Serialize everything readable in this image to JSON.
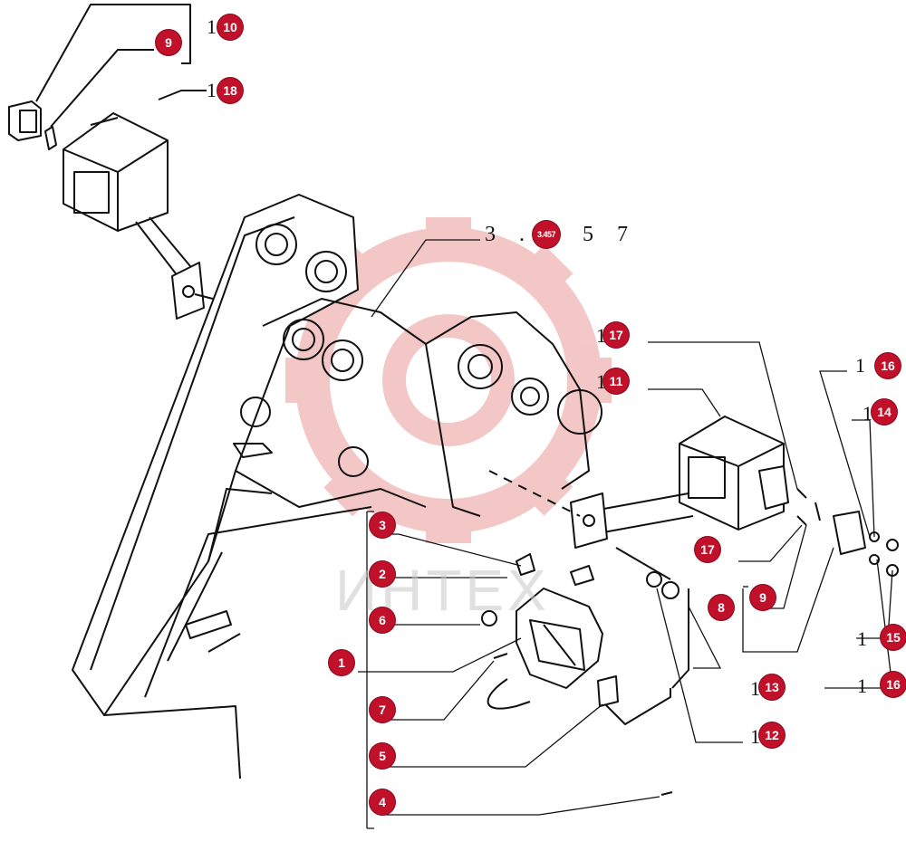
{
  "diagram": {
    "reference_code": "3 . 4 5 7",
    "reference_code_marker": "3.457",
    "watermark": "ИНТЕХ",
    "colors": {
      "marker": "#c0102a",
      "line": "#111111",
      "watermark_gear": "#e06060"
    },
    "callouts": [
      {
        "prefix": "1",
        "label": "10"
      },
      {
        "prefix": "",
        "label": "9"
      },
      {
        "prefix": "1",
        "label": "18"
      },
      {
        "prefix": "1",
        "label": "17"
      },
      {
        "prefix": "1",
        "label": "11"
      },
      {
        "prefix": "1",
        "label": "16"
      },
      {
        "prefix": "1",
        "label": "14"
      },
      {
        "prefix": "",
        "label": "3"
      },
      {
        "prefix": "",
        "label": "2"
      },
      {
        "prefix": "",
        "label": "6"
      },
      {
        "prefix": "",
        "label": "1"
      },
      {
        "prefix": "",
        "label": "7"
      },
      {
        "prefix": "",
        "label": "5"
      },
      {
        "prefix": "",
        "label": "4"
      },
      {
        "prefix": "",
        "label": "17"
      },
      {
        "prefix": "",
        "label": "8"
      },
      {
        "prefix": "",
        "label": "9"
      },
      {
        "prefix": "1",
        "label": "15"
      },
      {
        "prefix": "1",
        "label": "16"
      },
      {
        "prefix": "1",
        "label": "13"
      },
      {
        "prefix": "1",
        "label": "12"
      }
    ]
  }
}
